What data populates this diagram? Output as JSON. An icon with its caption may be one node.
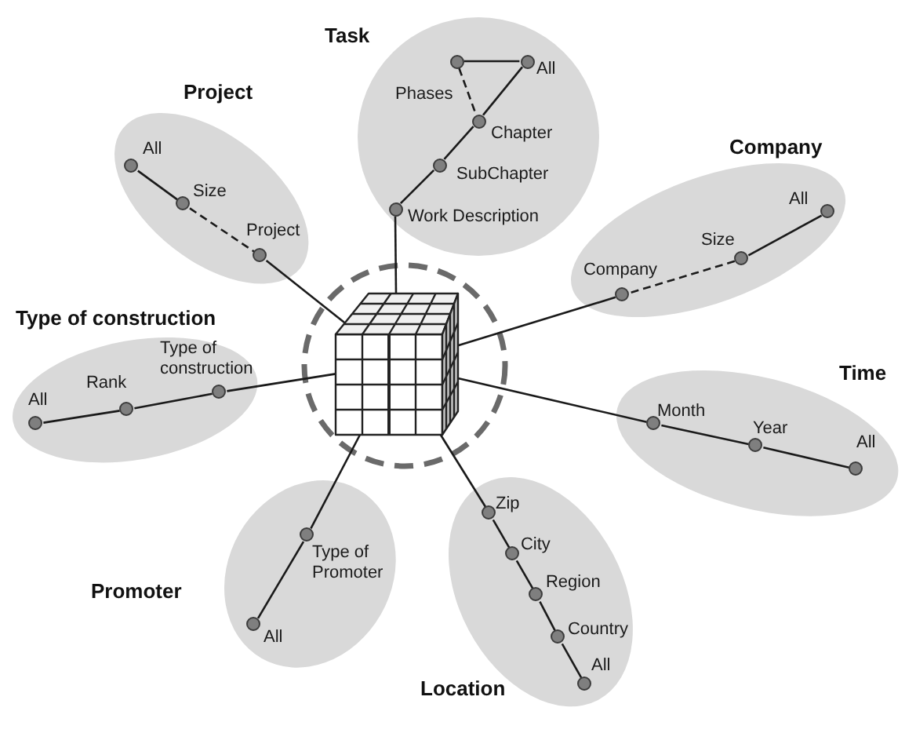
{
  "diagram": {
    "nodes": [
      {
        "text": [
          "Task"
        ]
      },
      {
        "text": [],
        "shape": "circle",
        "beside": [
          "Phases"
        ],
        "in": 0
      },
      {
        "text": [],
        "shape": "circle",
        "beside": [
          "All"
        ],
        "in": 0
      },
      {
        "text": [],
        "shape": "circle",
        "beside": [
          "Chapter"
        ],
        "in": 0
      },
      {
        "text": [],
        "shape": "circle",
        "beside": [
          "SubChapter"
        ],
        "in": 0
      },
      {
        "text": [],
        "shape": "circle",
        "beside": [
          "Work Description"
        ],
        "in": 0
      },
      {
        "text": [
          "Project"
        ]
      },
      {
        "text": [],
        "shape": "circle",
        "beside": [
          "All"
        ],
        "in": 6
      },
      {
        "text": [],
        "shape": "circle",
        "beside": [
          "Size"
        ],
        "in": 6
      },
      {
        "text": [],
        "shape": "circle",
        "beside": [
          "Project"
        ],
        "in": 6
      },
      {
        "text": [
          "Company"
        ]
      },
      {
        "text": [],
        "shape": "circle",
        "beside": [
          "All"
        ],
        "in": 10
      },
      {
        "text": [],
        "shape": "circle",
        "beside": [
          "Size"
        ],
        "in": 10
      },
      {
        "text": [],
        "shape": "circle",
        "beside": [
          "Company"
        ],
        "in": 10
      },
      {
        "text": [
          "Type of construction"
        ]
      },
      {
        "text": [],
        "shape": "circle",
        "beside": [
          "All"
        ],
        "in": 14
      },
      {
        "text": [],
        "shape": "circle",
        "beside": [
          "Rank"
        ],
        "in": 14
      },
      {
        "text": [],
        "shape": "circle",
        "beside": [
          "Type of construction"
        ],
        "in": 14
      },
      {
        "text": [],
        "shape": "picture"
      },
      {
        "text": [
          "Time"
        ]
      },
      {
        "text": [],
        "shape": "circle",
        "beside": [
          "Month"
        ],
        "in": 19
      },
      {
        "text": [],
        "shape": "circle",
        "beside": [
          "Year"
        ],
        "in": 19
      },
      {
        "text": [],
        "shape": "circle",
        "beside": [
          "All"
        ],
        "in": 19
      },
      {
        "text": [
          "Promoter"
        ]
      },
      {
        "text": [],
        "shape": "circle",
        "beside": [
          "Type of Promoter"
        ],
        "in": 23
      },
      {
        "text": [],
        "shape": "circle",
        "beside": [
          "All"
        ],
        "in": 23
      },
      {
        "text": [
          "Location"
        ]
      },
      {
        "text": [],
        "shape": "circle",
        "beside": [
          "Zip"
        ],
        "in": 26
      },
      {
        "text": [],
        "shape": "circle",
        "beside": [
          "City"
        ],
        "in": 26
      },
      {
        "text": [],
        "shape": "circle",
        "beside": [
          "Region"
        ],
        "in": 26
      },
      {
        "text": [],
        "shape": "circle",
        "beside": [
          "Country"
        ],
        "in": 26
      },
      {
        "text": [],
        "shape": "circle",
        "beside": [
          "All"
        ],
        "in": 26
      }
    ],
    "edges": [
      {
        "from": 1,
        "to": 2,
        "arrow": "none"
      },
      {
        "from": 1,
        "to": 3,
        "arrow": "none",
        "style": "dashed"
      },
      {
        "from": 2,
        "to": 3,
        "arrow": "none"
      },
      {
        "from": 3,
        "to": 4,
        "arrow": "none"
      },
      {
        "from": 4,
        "to": 5,
        "arrow": "none"
      },
      {
        "from": 5,
        "to": 18,
        "arrow": "none"
      },
      {
        "from": 7,
        "to": 8,
        "arrow": "none"
      },
      {
        "from": 8,
        "to": 9,
        "arrow": "none",
        "style": "dashed"
      },
      {
        "from": 9,
        "to": 18,
        "arrow": "none"
      },
      {
        "from": 11,
        "to": 12,
        "arrow": "none"
      },
      {
        "from": 12,
        "to": 13,
        "arrow": "none",
        "style": "dashed"
      },
      {
        "from": 13,
        "to": 18,
        "arrow": "none"
      },
      {
        "from": 15,
        "to": 16,
        "arrow": "none"
      },
      {
        "from": 16,
        "to": 17,
        "arrow": "none"
      },
      {
        "from": 17,
        "to": 18,
        "arrow": "none"
      },
      {
        "from": 18,
        "to": 20,
        "arrow": "none"
      },
      {
        "from": 20,
        "to": 21,
        "arrow": "none"
      },
      {
        "from": 21,
        "to": 22,
        "arrow": "none"
      },
      {
        "from": 18,
        "to": 24,
        "arrow": "none"
      },
      {
        "from": 24,
        "to": 25,
        "arrow": "none"
      },
      {
        "from": 18,
        "to": 27,
        "arrow": "none"
      },
      {
        "from": 27,
        "to": 28,
        "arrow": "none"
      },
      {
        "from": 28,
        "to": 29,
        "arrow": "none"
      },
      {
        "from": 29,
        "to": 30,
        "arrow": "none"
      },
      {
        "from": 30,
        "to": 31,
        "arrow": "none"
      }
    ]
  }
}
